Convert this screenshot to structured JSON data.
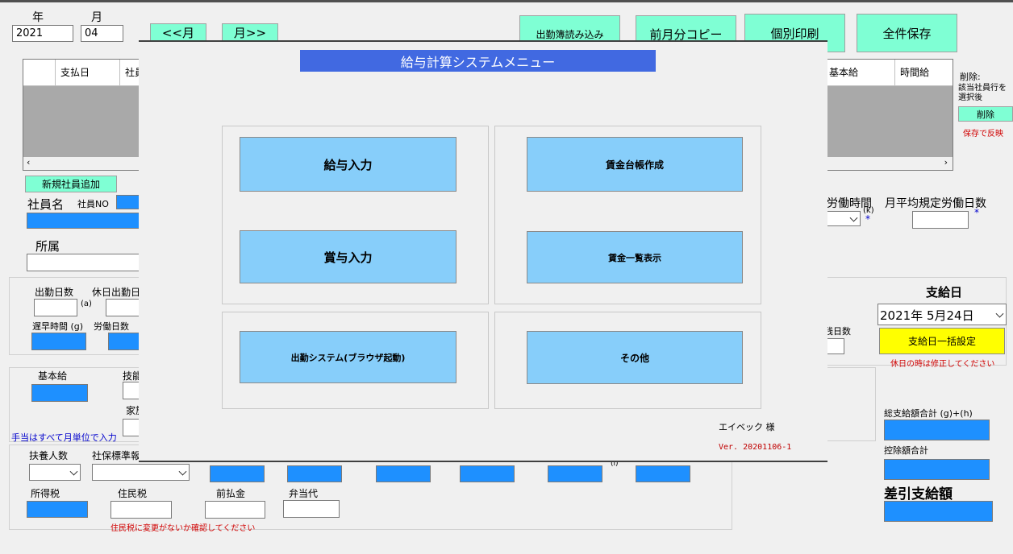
{
  "header": {
    "year_label": "年",
    "month_label": "月",
    "year_value": "2021",
    "month_value": "04",
    "prev_month_label": "<<月",
    "next_month_label": "月>>",
    "load_attendance_label": "出勤簿読み込み",
    "copy_prev_month_label": "前月分コピー",
    "individual_print_label": "個別印刷",
    "save_all_label": "全件保存"
  },
  "grid": {
    "columns": [
      "支払日",
      "社員",
      "基本給",
      "時間給"
    ]
  },
  "right_panel": {
    "delete_title": "削除:",
    "delete_note": "該当社員行を選択後",
    "delete_button": "削除",
    "save_note": "保存で反映",
    "labor_hours_label": "労働時間",
    "labor_hours_unit": "(k)",
    "monthly_days_label": "月平均規定労働日数",
    "asterisk": "*",
    "remaining_days_label": "残日数",
    "payday_title": "支給日",
    "payday_value": "2021年 5月24日",
    "payday_bulk_button": "支給日一括設定",
    "holiday_note": "休日の時は修正してください",
    "total_pay_label": "総支給額合計  (g)+(h)",
    "deduction_total_label": "控除額合計",
    "net_pay_label": "差引支給額"
  },
  "left_panel": {
    "add_employee_button": "新規社員追加",
    "employee_name_label": "社員名",
    "employee_no_label": "社員NO",
    "department_label": "所属",
    "attendance_days_label": "出勤日数",
    "attendance_unit": "(a)",
    "holiday_work_label": "休日出勤日",
    "late_label": "遅早時間 (g)",
    "labor_days_label": "労働日数",
    "base_pay_label": "基本給",
    "skill_label": "技能",
    "family_label": "家族",
    "allowance_note": "手当はすべて月単位で入力",
    "dependents_label": "扶養人数",
    "social_ins_label": "社保標準報酬",
    "income_tax_label": "所得税",
    "resident_tax_label": "住民税",
    "advance_label": "前払金",
    "lunch_label": "弁当代",
    "resident_tax_note": "住民税に変更がないか確認してください",
    "row_unit": "(i)"
  },
  "modal": {
    "title": "給与計算システムメニュー",
    "salary_input": "給与入力",
    "bonus_input": "賞与入力",
    "ledger_create": "賃金台帳作成",
    "wage_list": "賃金一覧表示",
    "attendance_system": "出勤システム(ブラウザ起動)",
    "others": "その他",
    "customer": "エイベック 様",
    "version": "Ver. 20201106-1"
  }
}
